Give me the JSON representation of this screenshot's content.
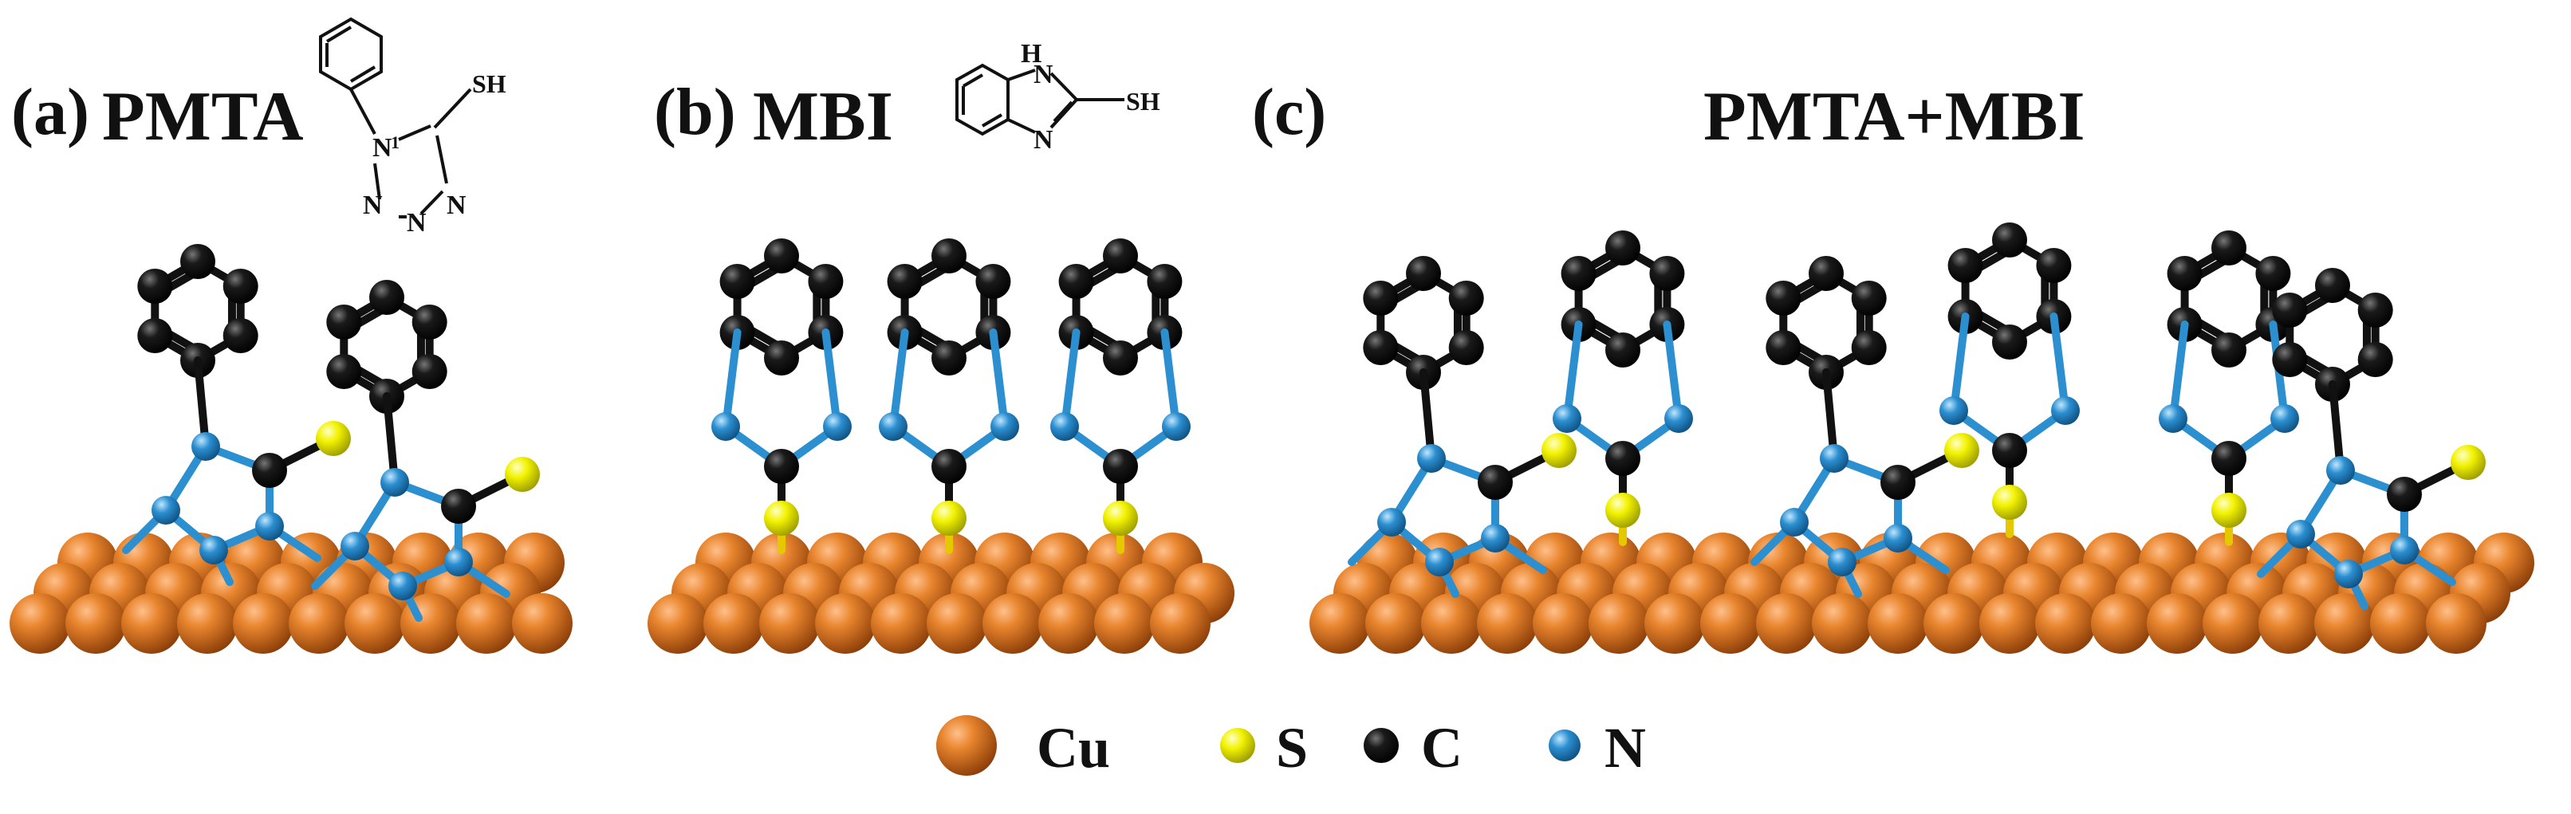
{
  "panels": [
    {
      "id": "a",
      "tag": "(a)",
      "name": "PMTA",
      "substituent": "SH"
    },
    {
      "id": "b",
      "tag": "(b)",
      "name": "MBI",
      "substituent": "SH",
      "nh": "H"
    },
    {
      "id": "c",
      "tag": "(c)",
      "name": "PMTA+MBI"
    }
  ],
  "atom_labels": {
    "N": "N",
    "N1": "1",
    "H": "H"
  },
  "legend": [
    {
      "label": "Cu",
      "color": "#e07a26"
    },
    {
      "label": "S",
      "color": "#f2f200"
    },
    {
      "label": "C",
      "color": "#101010"
    },
    {
      "label": "N",
      "color": "#2c8fd0"
    }
  ],
  "colors": {
    "cu": "#e07a26",
    "s": "#f2f200",
    "c": "#101010",
    "n": "#2c8fd0",
    "bond_cn": "#2c8fd0",
    "bond_c": "#111111"
  }
}
